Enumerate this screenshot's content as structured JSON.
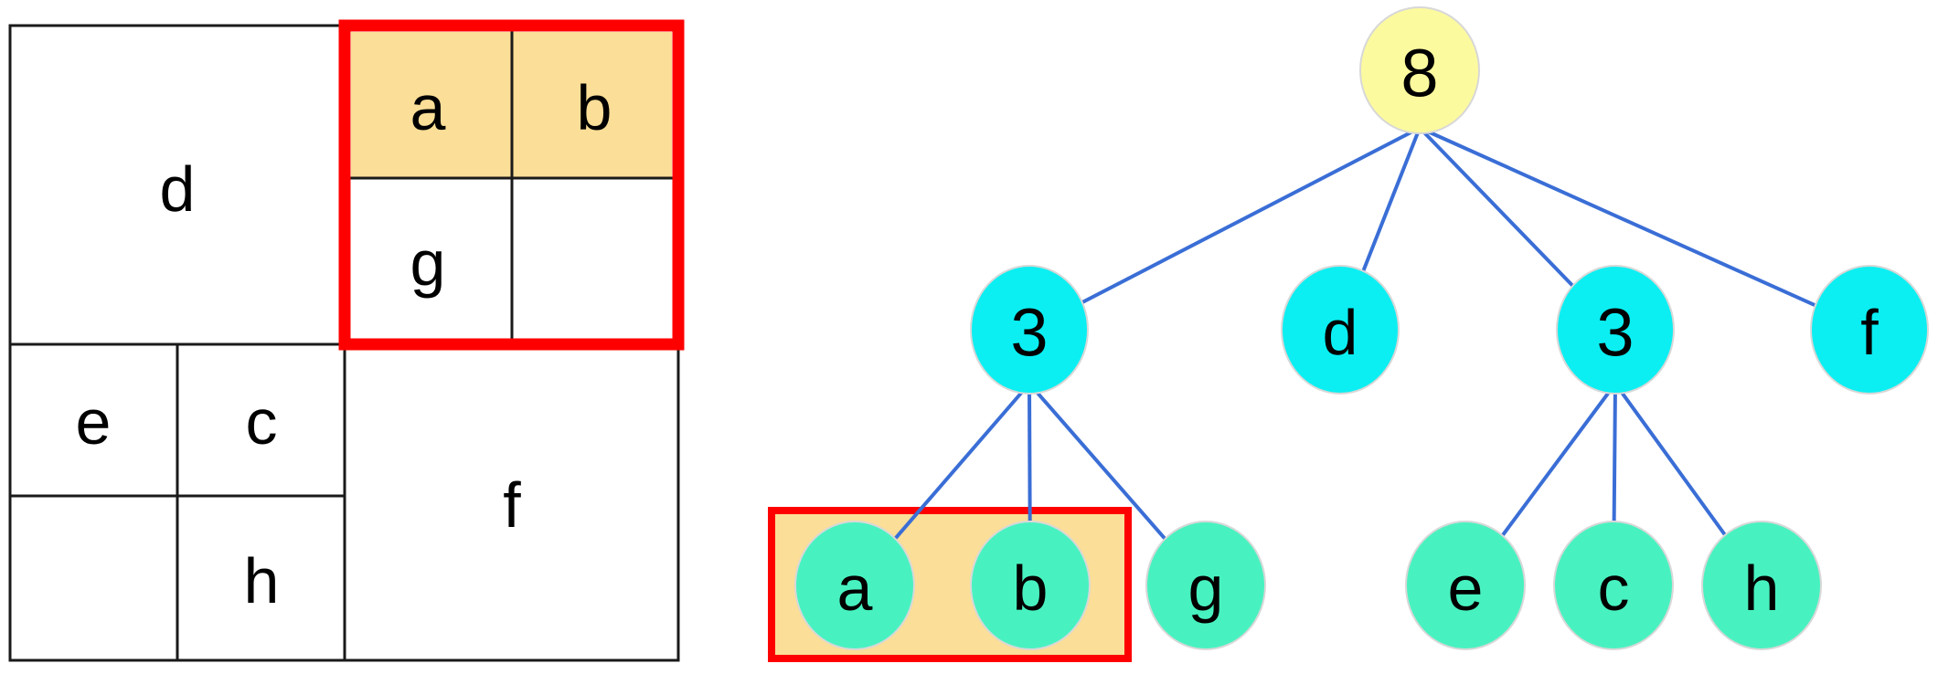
{
  "grid": {
    "cells": {
      "d": "d",
      "a": "a",
      "b": "b",
      "g": "g",
      "e": "e",
      "c": "c",
      "h": "h",
      "f": "f"
    }
  },
  "tree": {
    "root_label": "8",
    "level2": [
      "3",
      "d",
      "3",
      "f"
    ],
    "leaves": [
      "a",
      "b",
      "g",
      "e",
      "c",
      "h"
    ]
  },
  "colors": {
    "highlight_red": "#FF0000",
    "highlight_fill": "#FBDE97",
    "root_yellow": "#FCFA9E",
    "internal_cyan": "#0BEFF2",
    "leaf_green": "#48F2C0",
    "edge_blue": "#3A6ED6",
    "grid_line": "#1A1A1A",
    "node_outline": "#D8D8D8",
    "text": "#000000"
  }
}
